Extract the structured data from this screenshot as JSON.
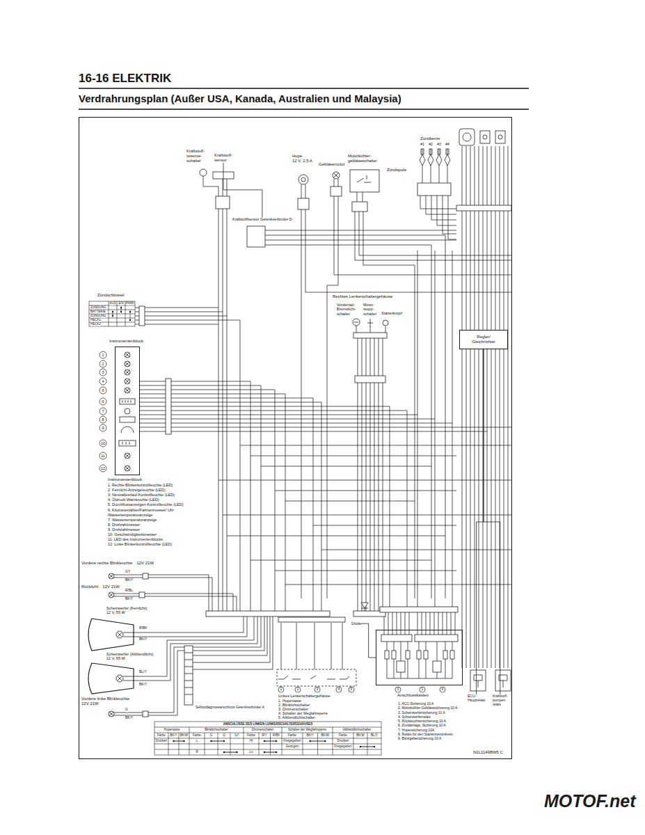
{
  "diagram": {
    "title": "Verdrahrungsplan (Außer USA, Kanada, Australien und Malaysia)",
    "nodes": [
      {
        "text": [
          "Kraftstoff- reserve- schalter"
        ]
      },
      {
        "text": [
          "Kraftstoff- sensor"
        ]
      },
      {
        "text": [
          "Hupe",
          "12 V, 2,5 A"
        ]
      },
      {
        "text": [
          "Gebläsemotor"
        ]
      },
      {
        "text": [
          "Motorkühler- gebläseschalter"
        ]
      },
      {
        "text": [
          "Zündkerze"
        ]
      },
      {
        "text": [
          "Zündspule"
        ]
      },
      {
        "text": [
          "Kraftstoffsensor Gelenkverbinder D"
        ]
      },
      {
        "text": [
          "Zündschlüssel"
        ]
      },
      {
        "text": [
          "Instrumentenblock"
        ]
      },
      {
        "text": [
          "Rechtes Lenkerschaltergehäuse"
        ]
      },
      {
        "text": [
          "Vorderrad- Bremslicht- schalter"
        ]
      },
      {
        "text": [
          "Motor- stopp- schalter"
        ]
      },
      {
        "text": [
          "Starterknopf"
        ]
      },
      {
        "text": [
          "Regler/ Gleichrichter"
        ]
      },
      {
        "text": [
          "Vordere rechte Blinkleuchte",
          "12V 21W"
        ]
      },
      {
        "text": [
          "Rücklicht",
          "12V 21W"
        ]
      },
      {
        "text": [
          "Scheinwerfer (Fernlicht)",
          "12 V, 55 W"
        ]
      },
      {
        "text": [
          "Scheinwerfer (Abblendlicht)",
          "12 V, 55 W"
        ]
      },
      {
        "text": [
          "Vordere linke Blinkleuchte",
          "12V 21W"
        ]
      },
      {
        "text": [
          "Selbstdiagnoseanschluss Gelenkverbinder A"
        ]
      },
      {
        "text": [
          "Diode"
        ]
      },
      {
        "text": [
          "Anschlusskasten"
        ]
      },
      {
        "text": [
          "ECU- Hauptrelais"
        ]
      },
      {
        "text": [
          "Kraftstoff- pumpen- relais"
        ]
      },
      {
        "text": [
          "Linkes Lenkerschaltergehäuse"
        ]
      }
    ],
    "edges": [
      {
        "from": 1,
        "to": 7,
        "arrow": "none"
      },
      {
        "from": 14,
        "to": 23,
        "arrow": "none"
      },
      {
        "from": 14,
        "to": 24,
        "arrow": "none"
      },
      {
        "from": 21,
        "to": 22,
        "arrow": "none"
      }
    ],
    "labels": [
      "#1",
      "#2",
      "#3",
      "#4",
      "AUS",
      "EIN",
      "PARK",
      "ZÜNDUNG",
      "BATTERIE",
      "ZÜNDUNG",
      "HECK1",
      "HECK2",
      "1",
      "2",
      "3",
      "4",
      "5",
      "6",
      "7",
      "8",
      "9",
      "10",
      "11",
      "12",
      "Instrumentenblock",
      "1. Rechte Blinkerkontrollleuchte (LED)",
      "2. Fernlicht-Anzeigeleuchte (LED)",
      "3. Neutralleerlauf-Kontrollleuchte (LED)",
      "4. Öldruck-Warnleuchte (LED)",
      "5. Durchflussanzeigen-Kontrollleuchte (LED)",
      "6. Kilometerzähler/Fahrtenmesser/ Uhr Wassertemperaturanzeige",
      "7. Wassertemperaturanzeige",
      "8. Drehzahlmesser",
      "9. Drehzahlmesser",
      "10. Geschwindigkeitsmesser",
      "11. LED des Instrumentenblocks",
      "12. Linke Blinkerkontrollleuchte (LED)",
      "1",
      "2",
      "3",
      "4",
      "5",
      "1. Hupentaste",
      "2. Blinklichtschalter",
      "3. Dimmerschalter",
      "4. Schalter der Wegfahrsperre",
      "5. Abblendlichtschalter",
      "3",
      "1",
      "6",
      "1. ACC-Sicherung 10 A",
      "2. Motorkühler-Gebläsesicherung 10 A",
      "3. Scheinwerfersicherung 10 A",
      "4. Scheinwerferrelais",
      "5. Rückleuchtensicherung 10 A",
      "6. Zündanlage, Sicherung 10 A",
      "7. Hupensicherung 10A",
      "8. Relais für den Startersteromkreis",
      "9. Blinkgebersicherung 10 A",
      "GY",
      "BK/Y",
      "R/BL",
      "BK/Y",
      "R/BK",
      "BK/Y",
      "BL/Y",
      "BK/Y",
      "G",
      "BK/Y",
      "ANSCHLÜSSE DES LINKEN LENKERSCHALTERGEHÄUSES",
      "Hupentaste",
      "Blinklichtschalter",
      "Dimmerschalter",
      "Schalter der Wegfahrsperre",
      "Abblendlichtschalter",
      "Farbe",
      "Farbe",
      "Farbe",
      "Farbe",
      "Farbe",
      "BK/Y",
      "BK/W",
      "G",
      "O",
      "GY",
      "R/Y",
      "R/BK",
      "BK/Y",
      "BK/W",
      "BK/W",
      "BL/Y",
      "Drücken",
      "L",
      "R",
      "Hi",
      "Lo",
      "Freigegeben",
      "Gezogen",
      "Drücken",
      "Freigegeben",
      "N2L1149BW5 C",
      "MOTOF.net",
      "16-16 ELEKTRIK"
    ]
  }
}
